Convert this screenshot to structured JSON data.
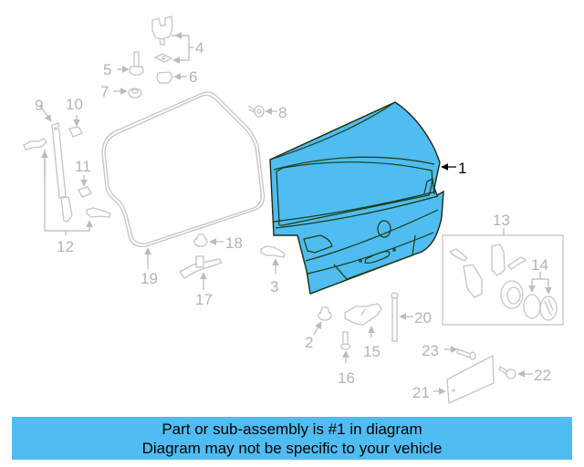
{
  "diagram": {
    "title": "Liftgate assembly parts diagram",
    "highlight_color": "#4fbcf2",
    "part_line_color": "#c4c4c4",
    "callouts": [
      {
        "number": "1",
        "label": "1",
        "highlighted": true
      },
      {
        "number": "2",
        "label": "2"
      },
      {
        "number": "3",
        "label": "3"
      },
      {
        "number": "4",
        "label": "4"
      },
      {
        "number": "5",
        "label": "5"
      },
      {
        "number": "6",
        "label": "6"
      },
      {
        "number": "7",
        "label": "7"
      },
      {
        "number": "8",
        "label": "8"
      },
      {
        "number": "9",
        "label": "9"
      },
      {
        "number": "10",
        "label": "10"
      },
      {
        "number": "11",
        "label": "11"
      },
      {
        "number": "12",
        "label": "12"
      },
      {
        "number": "13",
        "label": "13"
      },
      {
        "number": "14",
        "label": "14"
      },
      {
        "number": "15",
        "label": "15"
      },
      {
        "number": "16",
        "label": "16"
      },
      {
        "number": "17",
        "label": "17"
      },
      {
        "number": "18",
        "label": "18"
      },
      {
        "number": "19",
        "label": "19"
      },
      {
        "number": "20",
        "label": "20"
      },
      {
        "number": "21",
        "label": "21"
      },
      {
        "number": "22",
        "label": "22"
      },
      {
        "number": "23",
        "label": "23"
      }
    ]
  },
  "banner": {
    "line1": "Part or sub-assembly is #1 in diagram",
    "line2": "Diagram may not be specific to your vehicle",
    "background": "#4fbcf2"
  }
}
